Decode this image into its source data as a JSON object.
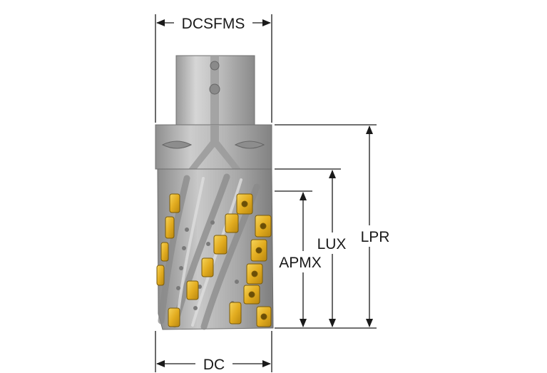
{
  "labels": {
    "dcsfms": "DCSFMS",
    "dc": "DC",
    "lux": "LUX",
    "lpr": "LPR",
    "apmx": "APMX"
  },
  "colors": {
    "steel_light": "#cfcfcf",
    "steel_mid": "#a9a9a9",
    "steel_dark": "#7a7a7a",
    "insert_gold": "#e8b62a",
    "insert_dark": "#8a6a10",
    "line": "#1a1a1a"
  }
}
